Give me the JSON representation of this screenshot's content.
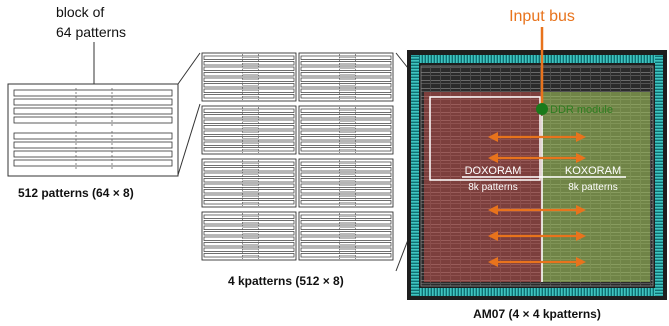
{
  "labels": {
    "block_label_line1": "block of",
    "block_label_line2": "64 patterns",
    "patterns_512": "512 patterns (64 × 8)",
    "kpatterns_4": "4 kpatterns (512 × 8)",
    "am07": "AM07 (4 × 4 kpatterns)",
    "input_bus": "Input bus",
    "ddr_module": "DDR module",
    "doxoram": "DOXORAM",
    "doxoram_sub": "8k patterns",
    "koxoram": "KOXORAM",
    "koxoram_sub": "8k patterns"
  },
  "colors": {
    "input_bus": "#e8731c",
    "ddr_dot": "#1a7a1a",
    "ddr_text": "#2e7d20",
    "chip_border": "#1a9a9a",
    "chip_bg": "#222222",
    "doxoram_region": "#c0504d",
    "koxoram_region": "#9bbb59",
    "outline": "#333333"
  }
}
